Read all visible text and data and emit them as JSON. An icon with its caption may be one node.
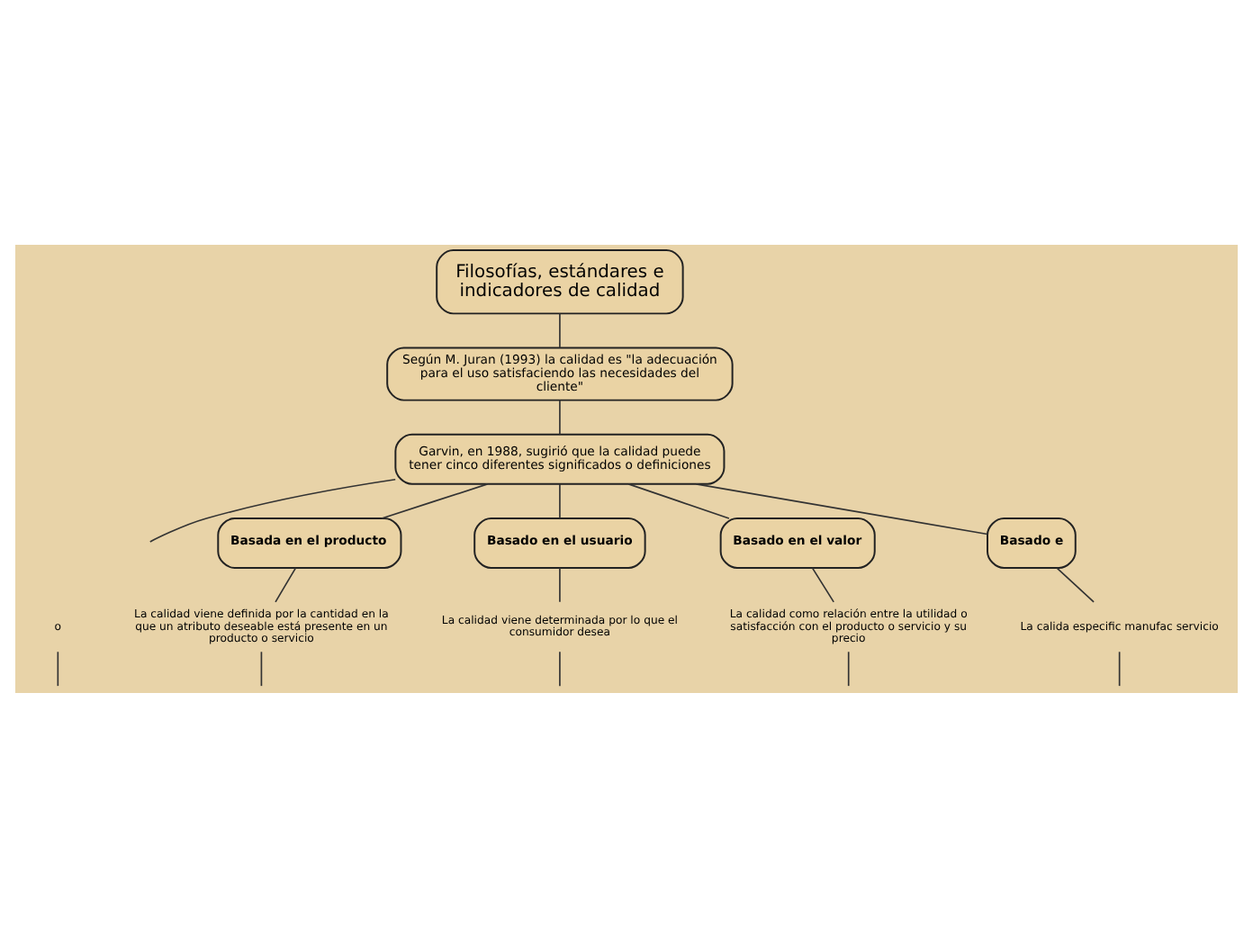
{
  "diagram": {
    "nodes": [
      {
        "text": [
          "Filosofías, estándares e indicadores de calidad"
        ]
      },
      {
        "text": [
          "Según M. Juran (1993) la calidad es \"la adecuación para el uso satisfaciendo las necesidades del cliente\""
        ]
      },
      {
        "text": [
          "Garvin, en 1988, sugirió que la calidad puede tener cinco diferentes significados o definiciones"
        ]
      },
      {
        "text": [
          "o"
        ]
      },
      {
        "text": [
          "Basada en el producto"
        ]
      },
      {
        "text": [
          "La calidad viene definida por la cantidad en la que un atributo deseable está presente en un producto o servicio"
        ]
      },
      {
        "text": [
          "Basado en el usuario"
        ]
      },
      {
        "text": [
          "La calidad viene determinada por lo que el consumidor desea"
        ]
      },
      {
        "text": [
          "Basado en el valor"
        ]
      },
      {
        "text": [
          "La calidad como relación entre la utilidad o satisfacción con el producto o servicio y su precio"
        ]
      },
      {
        "text": [
          "Basado e"
        ]
      },
      {
        "text": [
          "La calida especific manufac servicio"
        ]
      }
    ],
    "edges": [
      {
        "from": 0,
        "to": 1,
        "arrow": "none"
      },
      {
        "from": 1,
        "to": 2,
        "arrow": "none"
      },
      {
        "from": 2,
        "to": null,
        "arrow": "none"
      },
      {
        "from": 2,
        "to": 4,
        "arrow": "none"
      },
      {
        "from": 2,
        "to": 6,
        "arrow": "none"
      },
      {
        "from": 2,
        "to": 8,
        "arrow": "none"
      },
      {
        "from": 2,
        "to": 10,
        "arrow": "none"
      },
      {
        "from": 4,
        "to": 5,
        "arrow": "none"
      },
      {
        "from": 6,
        "to": 7,
        "arrow": "none"
      },
      {
        "from": 8,
        "to": 9,
        "arrow": "none"
      },
      {
        "from": 10,
        "to": 11,
        "arrow": "none"
      },
      {
        "from": 3,
        "to": null,
        "arrow": "none"
      },
      {
        "from": 5,
        "to": null,
        "arrow": "none"
      },
      {
        "from": 7,
        "to": null,
        "arrow": "none"
      },
      {
        "from": 9,
        "to": null,
        "arrow": "none"
      },
      {
        "from": 11,
        "to": null,
        "arrow": "none"
      }
    ]
  }
}
